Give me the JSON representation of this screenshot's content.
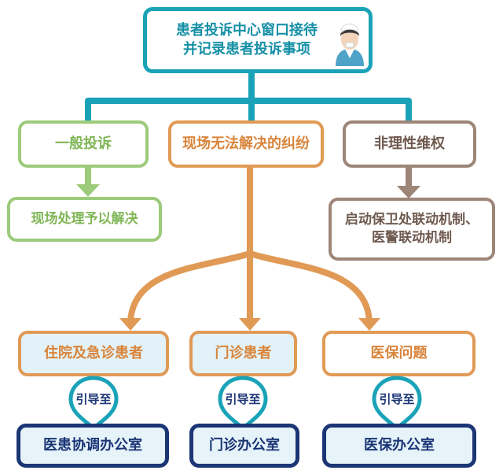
{
  "top": {
    "line1": "患者投诉中心窗口接待",
    "line2": "并记录患者投诉事项"
  },
  "branch_left": {
    "title": "一般投诉",
    "result": "现场处理予以解决"
  },
  "branch_middle": {
    "title": "现场无法解决的纠纷"
  },
  "branch_right": {
    "title": "非理性维权",
    "result_line1": "启动保卫处联动机制、",
    "result_line2": "医警联动机制"
  },
  "categories": [
    {
      "label": "住院及急诊患者",
      "guide": "引导至",
      "office": "医患协调办公室"
    },
    {
      "label": "门诊患者",
      "guide": "引导至",
      "office": "门诊办公室"
    },
    {
      "label": "医保问题",
      "guide": "引导至",
      "office": "医保办公室"
    }
  ],
  "icons": {
    "staff": "nurse-icon",
    "guide_marker": "location-pin-icon"
  },
  "colors": {
    "teal": "#1aa3b8",
    "green": "#9ccb7b",
    "orange": "#e09a55",
    "brown": "#9d8578",
    "navy": "#1b3575",
    "light_blue": "#e2f2f8"
  }
}
